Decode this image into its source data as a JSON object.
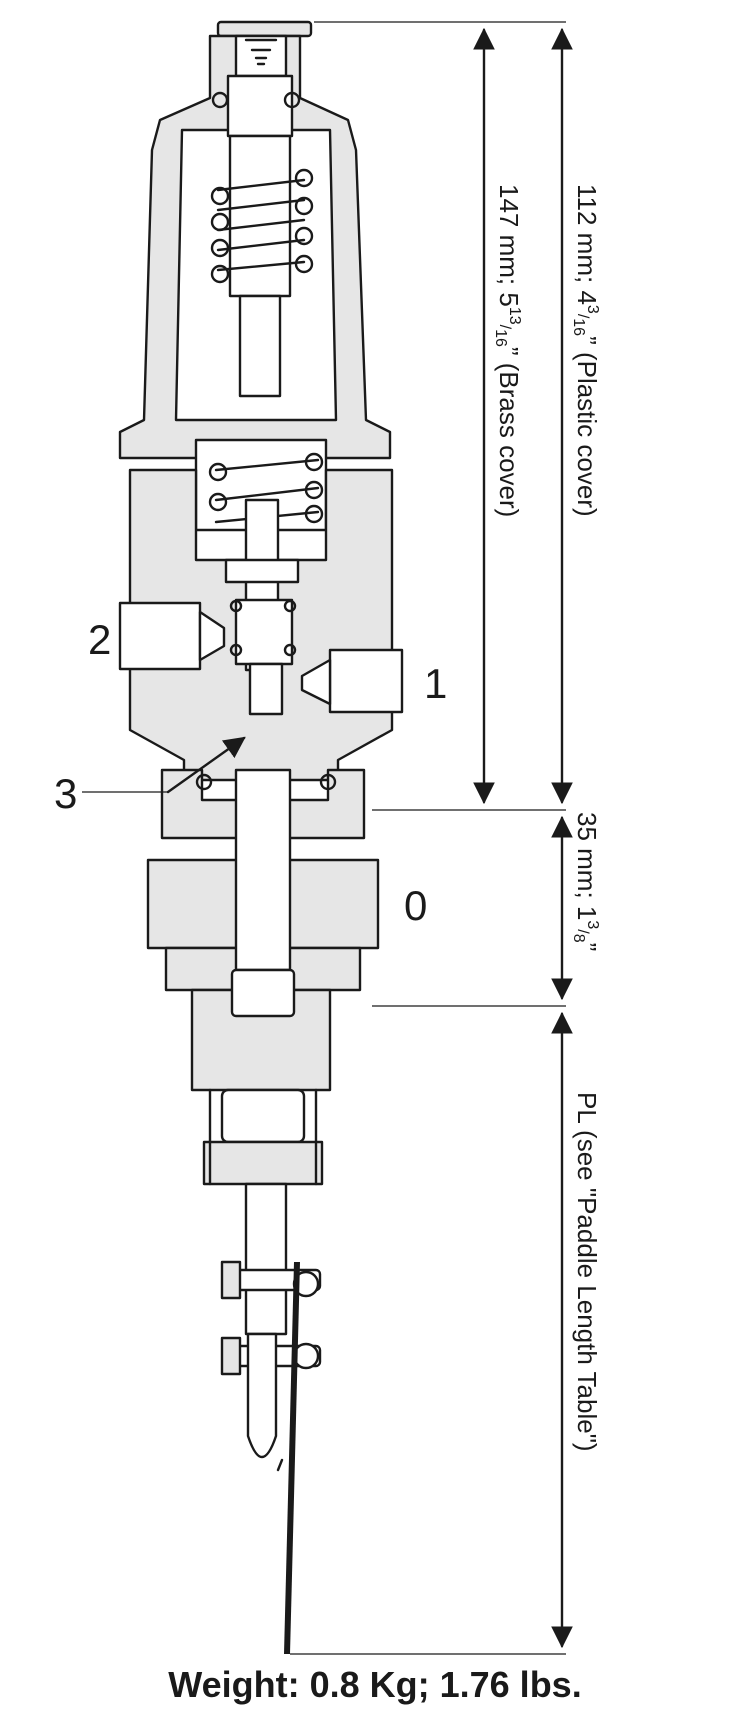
{
  "ports": {
    "port_0": "0",
    "port_1": "1",
    "port_2": "2",
    "port_3": "3"
  },
  "dimensions": {
    "plastic_cover": {
      "mm": "112 mm; 4",
      "in_num": "3",
      "in_den": "16",
      "suffix": "”  (Plastic cover)"
    },
    "brass_cover": {
      "mm": "147 mm; 5",
      "in_num": "13",
      "in_den": "16",
      "suffix": "”  (Brass cover)"
    },
    "body": {
      "mm": "35 mm; 1",
      "in_num": "3",
      "in_den": "8",
      "suffix": "”"
    },
    "paddle": {
      "text": "PL (see \"Paddle Length Table\")"
    }
  },
  "weight": "Weight: 0.8 Kg; 1.76 lbs."
}
